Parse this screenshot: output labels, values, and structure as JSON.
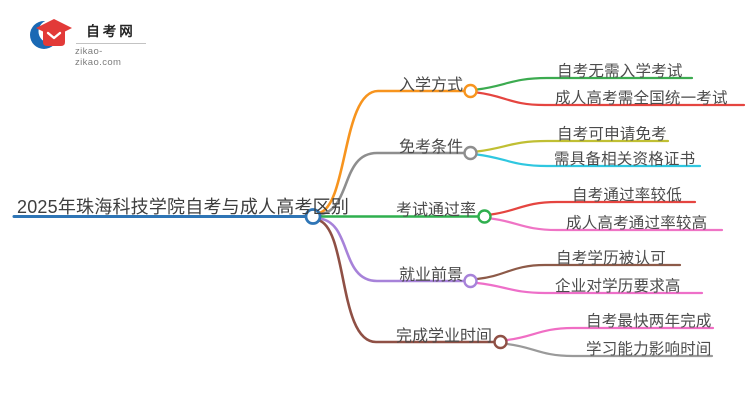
{
  "logo": {
    "title": "自考网",
    "domain": "zikao-zikao.com",
    "icon": "graduation-cap-icon",
    "icon_blue": "#1a69b4",
    "icon_red": "#e23a38"
  },
  "central": {
    "label": "2025年珠海科技学院自考与成人高考区别",
    "color": "#2e75b6"
  },
  "branches": [
    {
      "label": "入学方式",
      "color": "#f7941e",
      "children": [
        {
          "label": "自考无需入学考试",
          "color": "#3cab50"
        },
        {
          "label": "成人高考需全国统一考试",
          "color": "#e54540"
        }
      ]
    },
    {
      "label": "免考条件",
      "color": "#8e8e8e",
      "children": [
        {
          "label": "自考可申请免考",
          "color": "#c0bf33"
        },
        {
          "label": "需具备相关资格证书",
          "color": "#2fc7e0"
        }
      ]
    },
    {
      "label": "考试通过率",
      "color": "#2faf4e",
      "children": [
        {
          "label": "自考通过率较低",
          "color": "#e54540"
        },
        {
          "label": "成人高考通过率较高",
          "color": "#ef74c5"
        }
      ]
    },
    {
      "label": "就业前景",
      "color": "#a782d9",
      "children": [
        {
          "label": "自考学历被认可",
          "color": "#8d5a48"
        },
        {
          "label": "企业对学历要求高",
          "color": "#ee6fc9"
        }
      ]
    },
    {
      "label": "完成学业时间",
      "color": "#8f5045",
      "children": [
        {
          "label": "自考最快两年完成",
          "color": "#f06ec4"
        },
        {
          "label": "学习能力影响时间",
          "color": "#9a9a9a"
        }
      ]
    }
  ]
}
